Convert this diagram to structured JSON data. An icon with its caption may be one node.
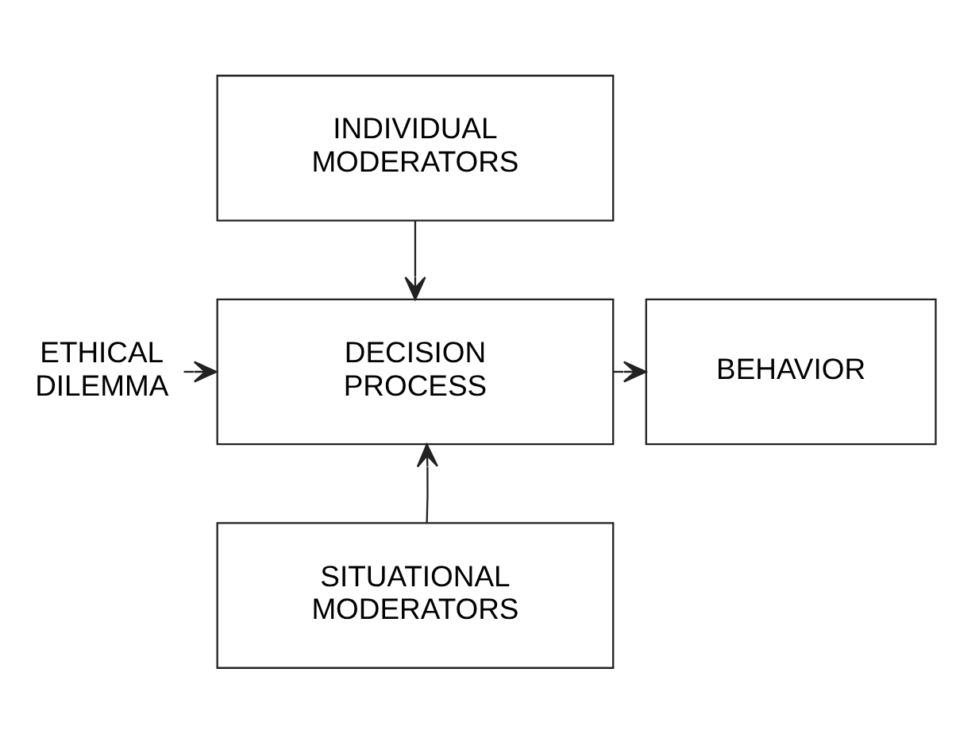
{
  "diagram": {
    "nodes": [
      {
        "text": [
          "INDIVIDUAL MODERATORS"
        ]
      },
      {
        "text": [
          "ETHICAL DILEMMA"
        ]
      },
      {
        "text": [
          "DECISION PROCESS"
        ]
      },
      {
        "text": [
          "BEHAVIOR"
        ]
      },
      {
        "text": [
          "SITUATIONAL MODERATORS"
        ]
      }
    ],
    "edges": [
      {
        "from": 0,
        "to": 2,
        "arrow": "to"
      },
      {
        "from": 1,
        "to": 2,
        "arrow": "to"
      },
      {
        "from": 2,
        "to": 3,
        "arrow": "to"
      },
      {
        "from": 4,
        "to": 2,
        "arrow": "to"
      }
    ]
  }
}
